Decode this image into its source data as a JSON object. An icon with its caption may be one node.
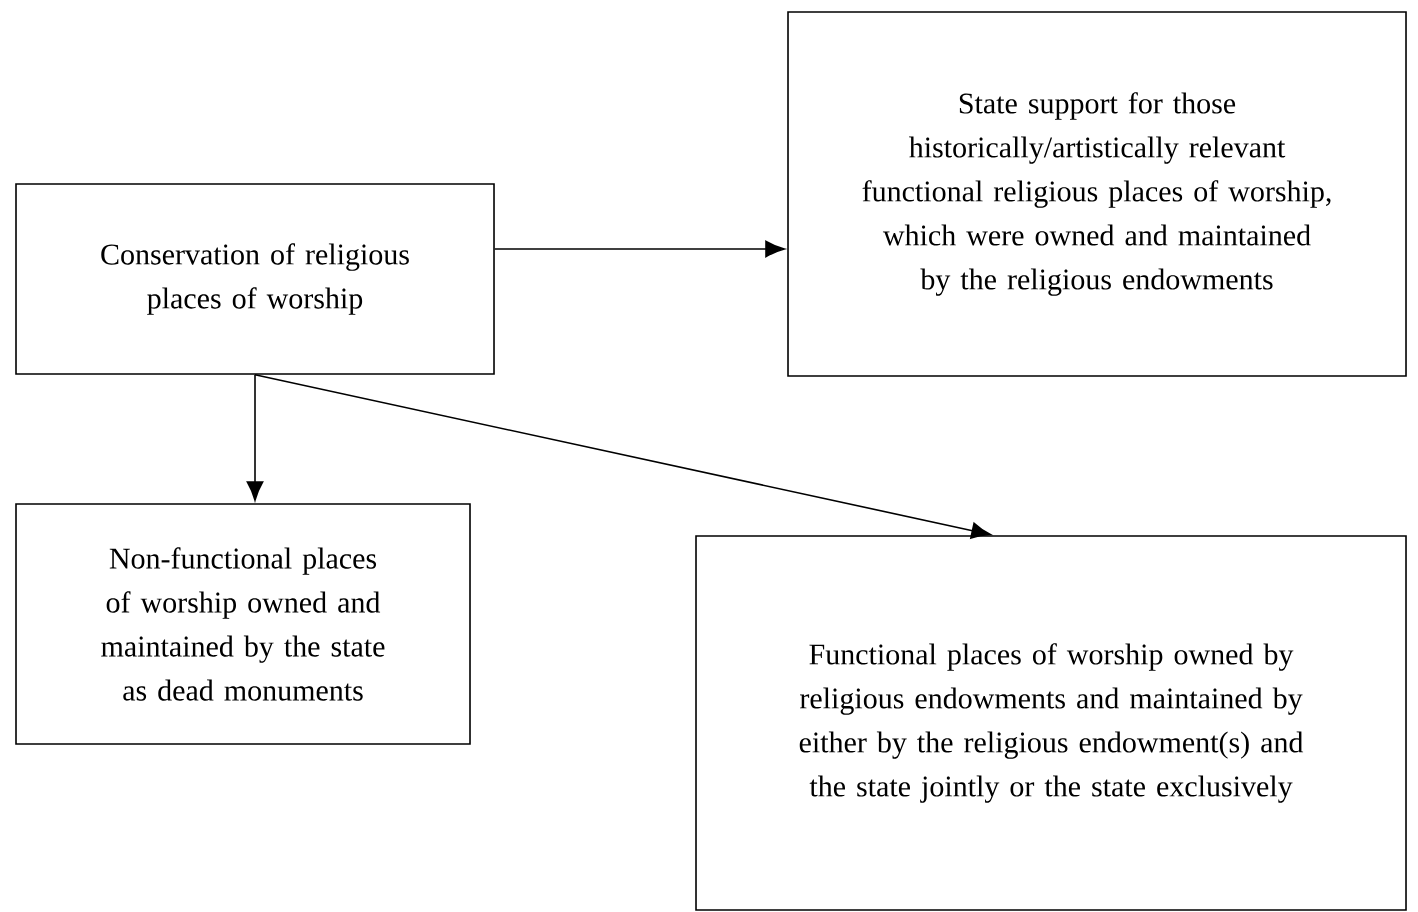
{
  "diagram": {
    "nodes": [
      {
        "text": [
          "Conservation of religious places of worship"
        ]
      },
      {
        "text": [
          "State support for those historically/artistically relevant functional religious places of worship, which were owned and maintained by the religious endowments"
        ]
      },
      {
        "text": [
          "Non-functional places of worship owned and maintained by the state as dead monuments"
        ]
      },
      {
        "text": [
          "Functional places of worship owned by religious endowments and maintained by either by the religious endowment(s) and the state jointly or the state exclusively"
        ]
      }
    ],
    "edges": [
      {
        "from": 0,
        "to": 1,
        "arrow": "to"
      },
      {
        "from": 0,
        "to": 2,
        "arrow": "to"
      },
      {
        "from": 0,
        "to": 3,
        "arrow": "to"
      }
    ]
  }
}
